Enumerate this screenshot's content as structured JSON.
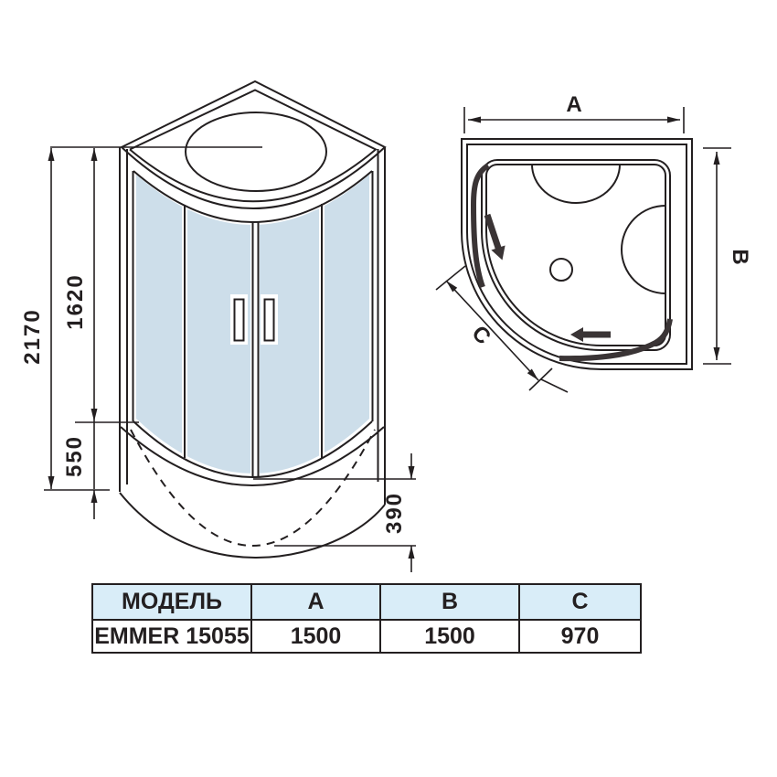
{
  "front_view": {
    "dims": {
      "total_height": "2170",
      "glass_height": "1620",
      "tray_height": "550",
      "tray_depth": "390"
    }
  },
  "top_view": {
    "dims": {
      "width_label": "A",
      "depth_label": "B",
      "front_label": "C"
    }
  },
  "table": {
    "headers": [
      "МОДЕЛЬ",
      "A",
      "B",
      "C"
    ],
    "row": [
      "EMMER 15055",
      "1500",
      "1500",
      "970"
    ]
  },
  "colors": {
    "line": "#231f20",
    "glass": "#cddeea",
    "table_header_bg": "#d9edf8",
    "door_arrow": "#3a3435"
  }
}
